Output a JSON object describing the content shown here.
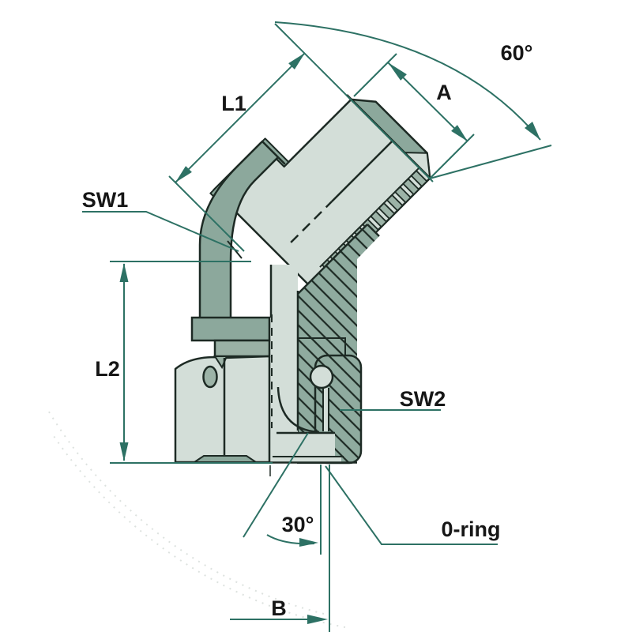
{
  "drawing": {
    "title": "45-degree adjustable elbow fitting technical drawing",
    "labels": {
      "l1": "L1",
      "a": "A",
      "angle_top": "60°",
      "sw1": "SW1",
      "l2": "L2",
      "sw2": "SW2",
      "angle_bottom": "30°",
      "oring": "0-ring",
      "b": "B"
    },
    "colors": {
      "dimension": "#2d7164",
      "text": "#161616",
      "outline": "#1d2a24",
      "body_light": "#d3ded8",
      "body_medium": "#8fab9f",
      "body_dark": "#8ca89c",
      "body_accent": "#9cb3a7",
      "construction": "#dde2df",
      "background": "#ffffff"
    }
  }
}
